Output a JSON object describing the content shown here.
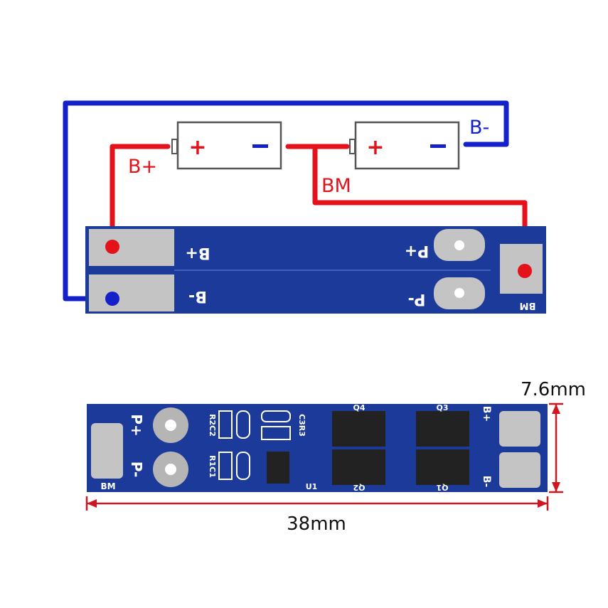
{
  "wiring_diagram": {
    "labels": {
      "b_plus": "B+",
      "b_minus": "B-",
      "bm": "BM"
    },
    "batteries": [
      {
        "plus": "+",
        "minus": "−"
      },
      {
        "plus": "+",
        "minus": "−"
      }
    ],
    "colors": {
      "positive_wire": "#e3121b",
      "negative_wire": "#1420c8",
      "pcb": "#1b3a9a",
      "pad": "#c9c9c9"
    }
  },
  "pcb_top": {
    "silk": {
      "b_plus": "B+",
      "b_minus": "B-",
      "p_plus": "P+",
      "p_minus": "P-",
      "bm": "BM"
    }
  },
  "pcb_bottom": {
    "silk": {
      "p_plus": "P+",
      "p_minus": "P-",
      "bm": "BM",
      "r2c2": "R2C2",
      "r1c1": "R1C1",
      "c3r3": "C3R3",
      "u1": "U1",
      "q4": "Q4",
      "q3": "Q3",
      "q2": "Q2",
      "q1": "Q1",
      "b_plus": "B+",
      "b_minus": "B-"
    },
    "dimensions": {
      "width": "38mm",
      "height": "7.6mm"
    }
  }
}
